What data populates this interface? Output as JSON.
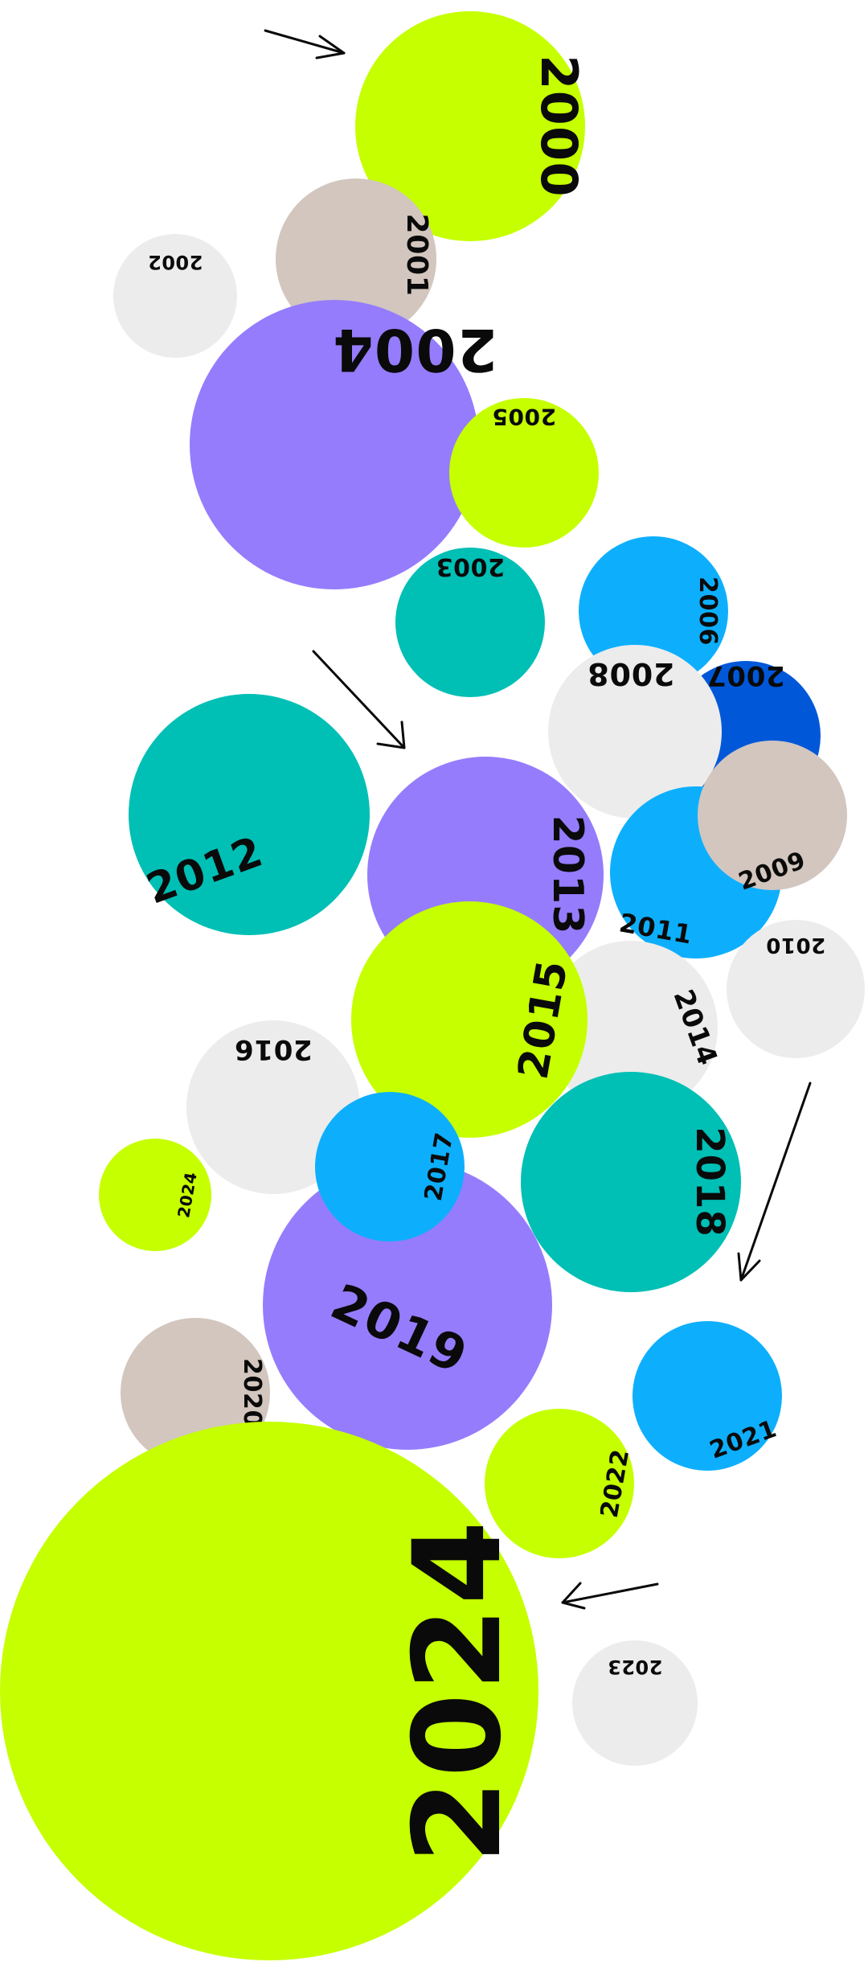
{
  "colors": {
    "lime": "#c5ff00",
    "violet": "#957cfc",
    "teal": "#00bfb5",
    "sky": "#0daffd",
    "royal": "#0058d9",
    "taupe": "#d2c6be",
    "light_gray": "#ececec",
    "ink": "#0a0a0a"
  },
  "bubbles": [
    {
      "year": "2000",
      "color": "#c5ff00"
    },
    {
      "year": "2001",
      "color": "#d2c6be"
    },
    {
      "year": "2002",
      "color": "#ececec"
    },
    {
      "year": "2004",
      "color": "#957cfc"
    },
    {
      "year": "2005",
      "color": "#c5ff00"
    },
    {
      "year": "2003",
      "color": "#00bfb5"
    },
    {
      "year": "2006",
      "color": "#0daffd"
    },
    {
      "year": "2007",
      "color": "#0058d9"
    },
    {
      "year": "2008",
      "color": "#ececec"
    },
    {
      "year": "2012",
      "color": "#00bfb5"
    },
    {
      "year": "2013",
      "color": "#957cfc"
    },
    {
      "year": "2011",
      "color": "#0daffd"
    },
    {
      "year": "2009",
      "color": "#d2c6be"
    },
    {
      "year": "2010",
      "color": "#ececec"
    },
    {
      "year": "2014",
      "color": "#ececec"
    },
    {
      "year": "2015",
      "color": "#c5ff00"
    },
    {
      "year": "2016",
      "color": "#ececec"
    },
    {
      "year": "2019",
      "color": "#957cfc"
    },
    {
      "year": "2017",
      "color": "#0daffd"
    },
    {
      "year": "2018",
      "color": "#00bfb5"
    },
    {
      "year": "2024",
      "color": "#c5ff00"
    },
    {
      "year": "2020",
      "color": "#d2c6be"
    },
    {
      "year": "2021",
      "color": "#0daffd"
    },
    {
      "year": "2022",
      "color": "#c5ff00"
    },
    {
      "year": "2024",
      "color": "#c5ff00"
    },
    {
      "year": "2023",
      "color": "#ececec"
    }
  ]
}
